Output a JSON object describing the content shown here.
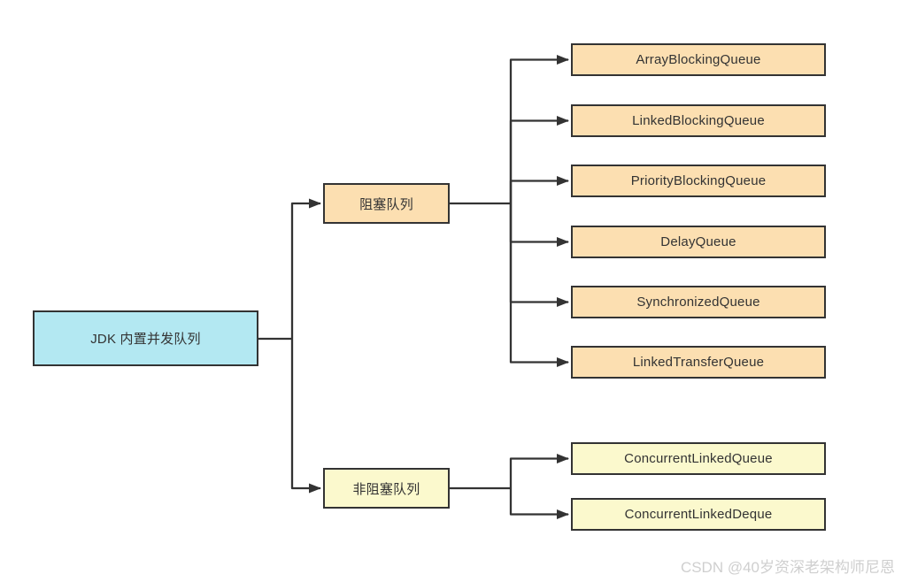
{
  "diagram": {
    "root": {
      "label": "JDK 内置并发队列"
    },
    "branches": [
      {
        "label": "阻塞队列",
        "children": [
          "ArrayBlockingQueue",
          "LinkedBlockingQueue",
          "PriorityBlockingQueue",
          "DelayQueue",
          "SynchronizedQueue",
          "LinkedTransferQueue"
        ]
      },
      {
        "label": "非阻塞队列",
        "children": [
          "ConcurrentLinkedQueue",
          "ConcurrentLinkedDeque"
        ]
      }
    ]
  },
  "watermark": "CSDN @40岁资深老架构师尼恩",
  "colors": {
    "root_fill": "#b3e8f2",
    "blocking_fill": "#fcdfb1",
    "nonblocking_fill": "#fbf9cd",
    "border": "#333333",
    "line": "#333333",
    "text": "#333333",
    "watermark_text": "#cfcfcf"
  }
}
